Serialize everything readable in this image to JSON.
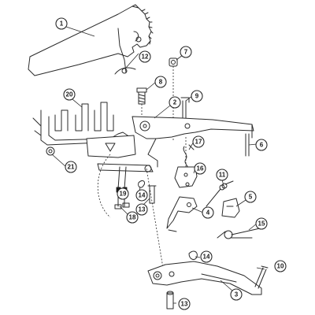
{
  "callouts": [
    {
      "id": "c1",
      "label": "1"
    },
    {
      "id": "c2",
      "label": "2"
    },
    {
      "id": "c3",
      "label": "3"
    },
    {
      "id": "c4",
      "label": "4"
    },
    {
      "id": "c5",
      "label": "5"
    },
    {
      "id": "c6",
      "label": "6"
    },
    {
      "id": "c7",
      "label": "7"
    },
    {
      "id": "c8",
      "label": "8"
    },
    {
      "id": "c9",
      "label": "9"
    },
    {
      "id": "c10",
      "label": "10"
    },
    {
      "id": "c11",
      "label": "11"
    },
    {
      "id": "c12",
      "label": "12"
    },
    {
      "id": "c13a",
      "label": "13"
    },
    {
      "id": "c13b",
      "label": "13"
    },
    {
      "id": "c14a",
      "label": "14"
    },
    {
      "id": "c14b",
      "label": "14"
    },
    {
      "id": "c15",
      "label": "15"
    },
    {
      "id": "c16",
      "label": "16"
    },
    {
      "id": "c17",
      "label": "17"
    },
    {
      "id": "c18",
      "label": "18"
    },
    {
      "id": "c19",
      "label": "19"
    },
    {
      "id": "c20",
      "label": "20"
    },
    {
      "id": "c21",
      "label": "21"
    }
  ],
  "colors": {
    "line": "#2a2a2a",
    "background": "#ffffff"
  }
}
